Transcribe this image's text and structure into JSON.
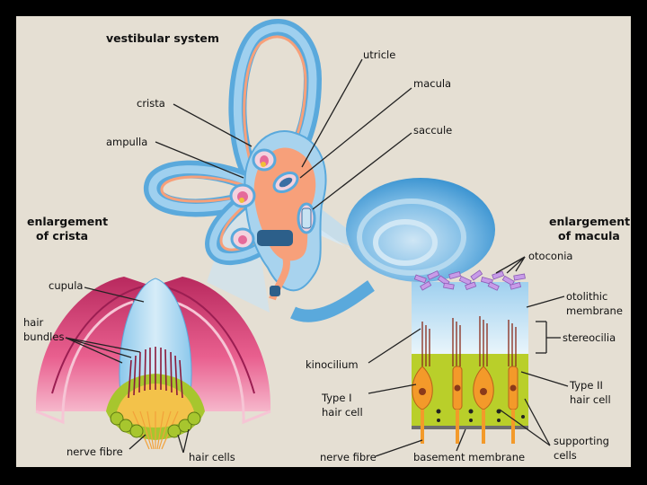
{
  "title": "vestibular system",
  "labels": {
    "crista": "crista",
    "ampulla": "ampulla",
    "utricle": "utricle",
    "macula": "macula",
    "saccule": "saccule",
    "enlargement_crista_1": "enlargement",
    "enlargement_crista_2": "of crista",
    "enlargement_macula_1": "enlargement",
    "enlargement_macula_2": "of macula",
    "cupula": "cupula",
    "hair_bundles_1": "hair",
    "hair_bundles_2": "bundles",
    "nerve_fibre_left": "nerve fibre",
    "hair_cells": "hair cells",
    "otoconia": "otoconia",
    "otolithic_1": "otolithic",
    "otolithic_2": "membrane",
    "stereocilia": "stereocilia",
    "kinocilium": "kinocilium",
    "type1_1": "Type I",
    "type1_2": "hair cell",
    "type2_1": "Type II",
    "type2_2": "hair cell",
    "nerve_fibre_right": "nerve fibre",
    "basement_membrane": "basement membrane",
    "supporting_1": "supporting",
    "supporting_2": "cells"
  },
  "colors": {
    "background": "#e5dfd3",
    "canal_blue": "#5aa9dc",
    "membrane_orange": "#f7a07a",
    "crista_pink": "#d83a7a",
    "hair_cell_orange": "#f39a2a",
    "support_green": "#b9cf2a"
  }
}
